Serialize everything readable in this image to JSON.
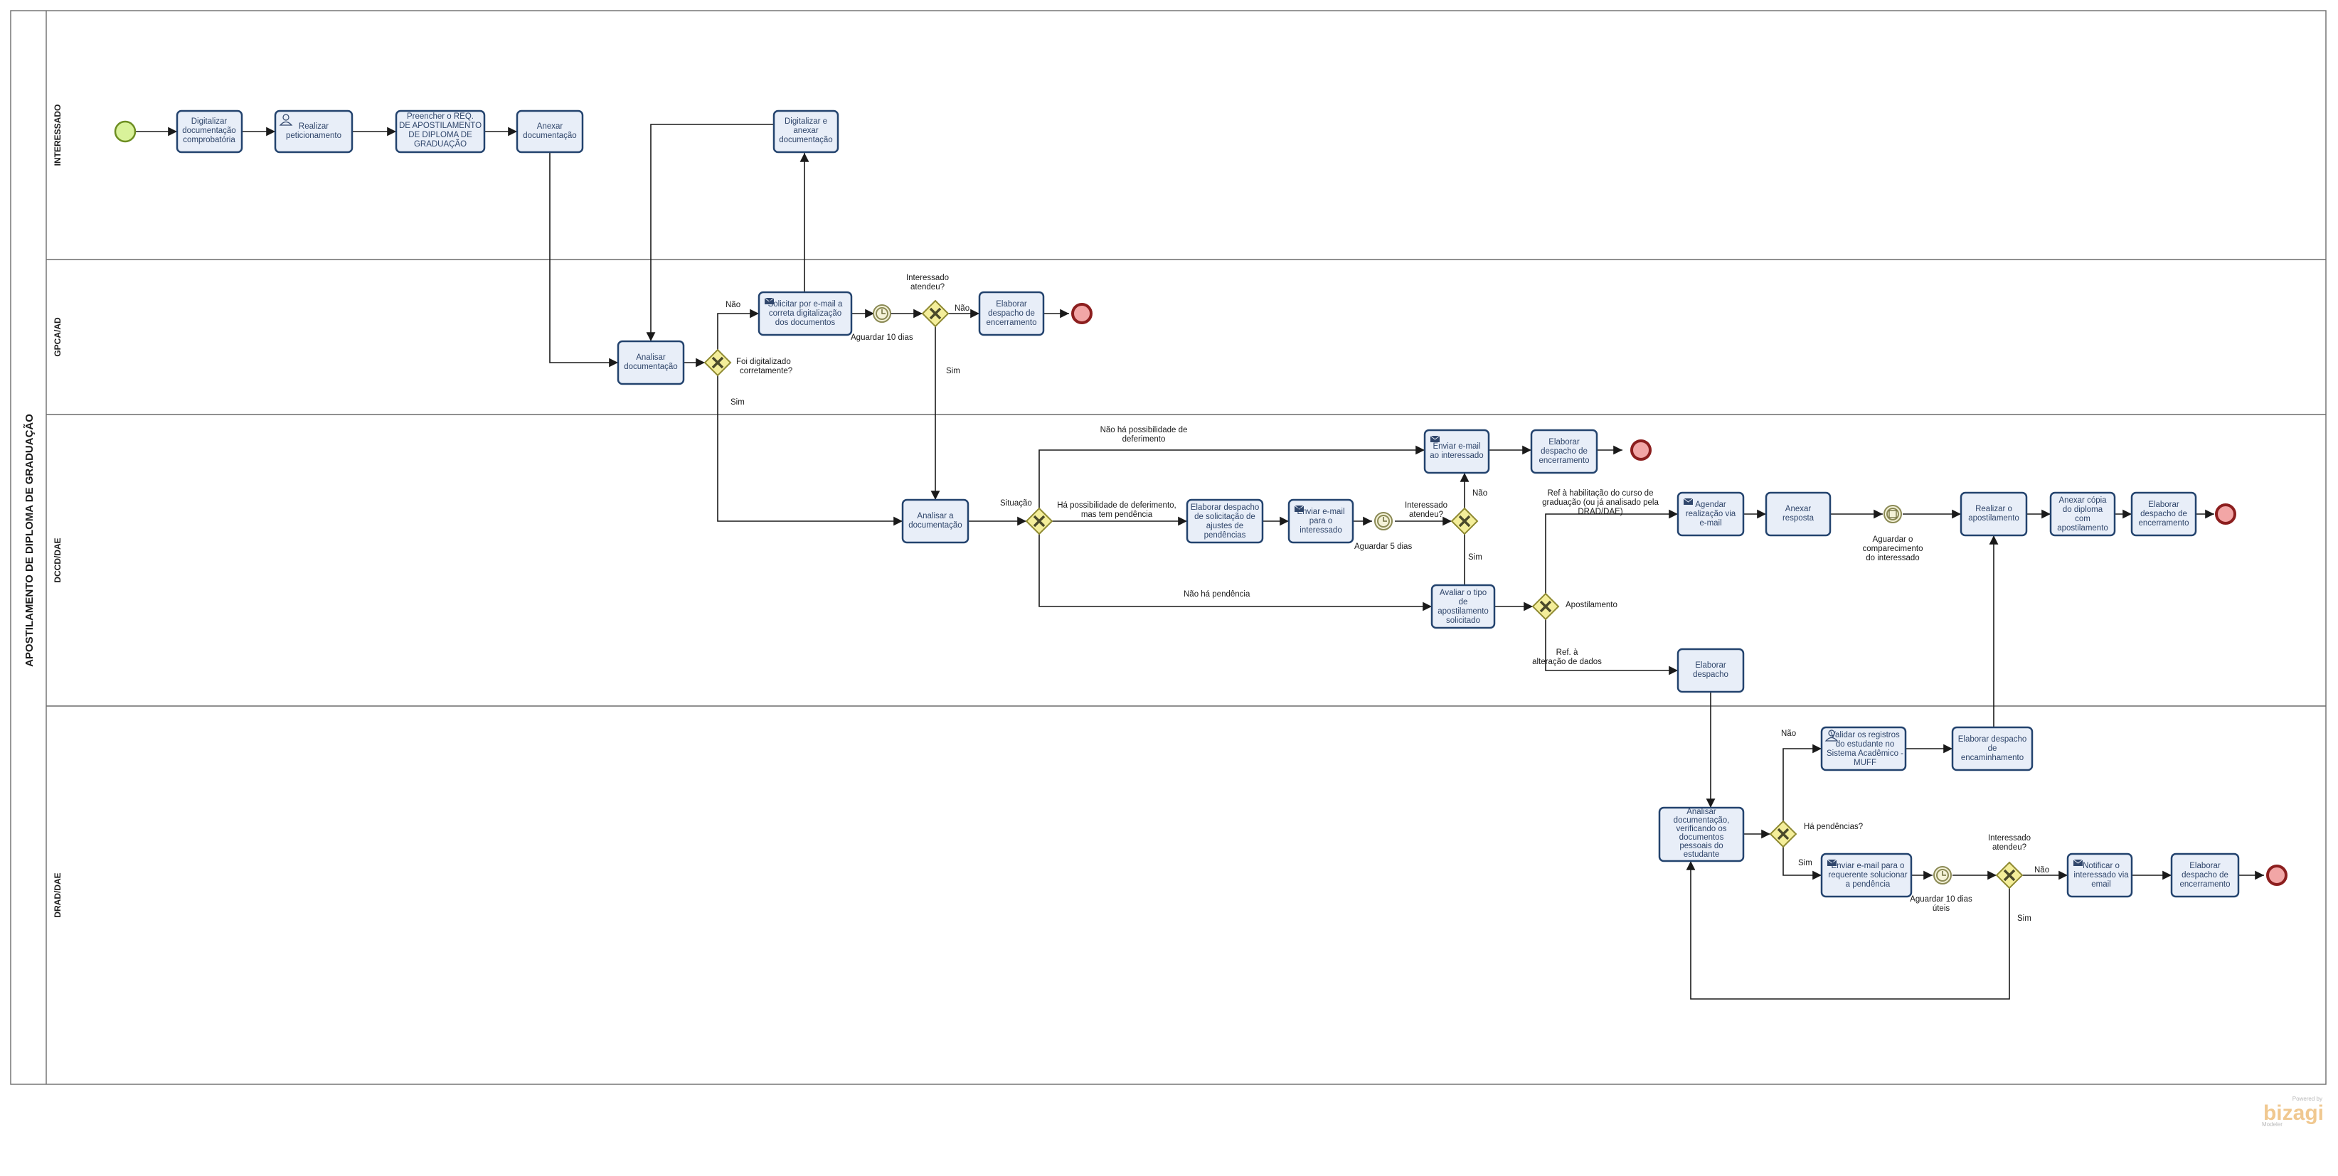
{
  "pool": {
    "title": "APOSTILAMENTO DE DIPLOMA DE GRADUAÇÃO"
  },
  "lanes": [
    "INTERESSADO",
    "GPCA/AD",
    "DCCD/DAE",
    "DRAD/DAE"
  ],
  "tasks": {
    "t1": [
      "Digitalizar",
      "documentação",
      "comprobatória"
    ],
    "t2": [
      "Realizar",
      "peticionamento"
    ],
    "t3": [
      "Preencher o REQ.",
      "DE APOSTILAMENTO",
      "DE DIPLOMA DE",
      "GRADUAÇÃO"
    ],
    "t4": [
      "Anexar",
      "documentação"
    ],
    "t5": [
      "Digitalizar e",
      "anexar",
      "documentação"
    ],
    "t6": [
      "Analisar",
      "documentação"
    ],
    "t7": [
      "Solicitar por e-mail a",
      "correta digitalização",
      "dos documentos"
    ],
    "t8": [
      "Elaborar",
      "despacho de",
      "encerramento"
    ],
    "t9": [
      "Analisar a",
      "documentação"
    ],
    "t10": [
      "Enviar e-mail",
      "ao interessado"
    ],
    "t11": [
      "Elaborar",
      "despacho de",
      "encerramento"
    ],
    "t12": [
      "Elaborar despacho",
      "de solicitação de",
      "ajustes de",
      "pendências"
    ],
    "t13": [
      "Enviar e-mail",
      "para o",
      "interessado"
    ],
    "t14": [
      "Avaliar o tipo",
      "de",
      "apostilamento",
      "solicitado"
    ],
    "t15": [
      "Agendar",
      "realização via",
      "e-mail"
    ],
    "t16": [
      "Anexar",
      "resposta"
    ],
    "t17": [
      "Realizar o",
      "apostilamento"
    ],
    "t18": [
      "Anexar cópia",
      "do diploma",
      "com",
      "apostilamento"
    ],
    "t19": [
      "Elaborar",
      "despacho de",
      "encerramento"
    ],
    "t20": [
      "Elaborar",
      "despacho"
    ],
    "t21": [
      "Analisar",
      "documentação,",
      "verificando os",
      "documentos",
      "pessoais do",
      "estudante"
    ],
    "t22": [
      "Validar os registros",
      "do estudante no",
      "Sistema Acadêmico -",
      "MUFF"
    ],
    "t23": [
      "Elaborar despacho",
      "de",
      "encaminhamento"
    ],
    "t24": [
      "Enviar e-mail para o",
      "requerente solucionar",
      "a pendência"
    ],
    "t25": [
      "Notificar o",
      "interessado via",
      "email"
    ],
    "t26": [
      "Elaborar",
      "despacho de",
      "encerramento"
    ]
  },
  "labels": {
    "nao1": "Não",
    "sim1": "Sim",
    "foi_digitalizado": [
      "Foi digitalizado",
      "corretamente?"
    ],
    "aguardar10": "Aguardar 10 dias",
    "interessado_atendeu1": [
      "Interessado",
      "atendeu?"
    ],
    "nao2": "Não",
    "sim2": "Sim",
    "situacao": "Situação",
    "nao_ha_possibilidade": [
      "Não há possibilidade de",
      "deferimento"
    ],
    "ha_possibilidade": [
      "Há possibilidade de deferimento,",
      "mas tem pendência"
    ],
    "nao_ha_pendencia": "Não há pendência",
    "aguardar5": "Aguardar 5 dias",
    "interessado_atendeu2": [
      "Interessado",
      "atendeu?"
    ],
    "nao3": "Não",
    "sim3": "Sim",
    "apostilamento": "Apostilamento",
    "ref_habilitacao": [
      "Ref à habilitação do curso de",
      "graduação (ou já analisado pela",
      "DRAD/DAE)"
    ],
    "ref_alteracao": [
      "Ref. à",
      "alteração de dados"
    ],
    "aguardar_comparecimento": [
      "Aguardar o",
      "comparecimento",
      "do interessado"
    ],
    "nao4": "Não",
    "ha_pendencias": "Há pendências?",
    "sim4": "Sim",
    "aguardar10uteis": [
      "Aguardar 10 dias",
      "úteis"
    ],
    "interessado_atendeu3": [
      "Interessado",
      "atendeu?"
    ],
    "nao5": "Não",
    "sim5": "Sim"
  },
  "branding": {
    "small": "Powered by",
    "logo": "bizagi",
    "sub": "Modeler"
  }
}
